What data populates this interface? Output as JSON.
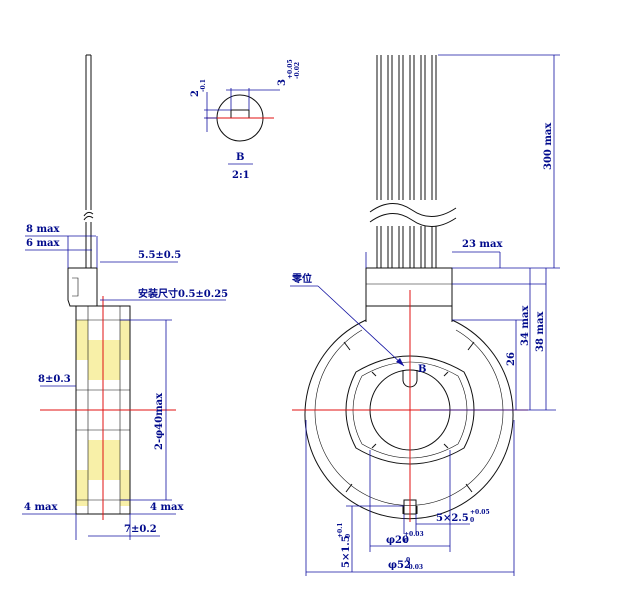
{
  "detail": {
    "label": "B",
    "scale": "2:1",
    "slot_depth": "2",
    "slot_depth_tol": "-0.1",
    "slot_width": "3",
    "slot_width_tol_upper": "+0.05",
    "slot_width_tol_lower": "-0.02"
  },
  "side_view": {
    "dim_8max": "8 max",
    "dim_6max": "6 max",
    "dim_5_5": "5.5±0.5",
    "dim_mount": "安装尺寸0.5±0.25",
    "dim_8_0_3": "8±0.3",
    "dim_dia40": "2-φ40max",
    "dim_4max_left": "4 max",
    "dim_4max_right": "4 max",
    "dim_7_0_2": "7±0.2"
  },
  "front_view": {
    "label_zero": "零位",
    "label_b": "B",
    "dim_300": "300 max",
    "dim_23": "23 max",
    "dim_26": "26",
    "dim_34": "34 max",
    "dim_38": "38 max",
    "dim_5x2_5": "5×2.5",
    "dim_5x2_5_tol_upper": "+0.05",
    "dim_5x2_5_tol_lower": "0",
    "dim_5x1_5": "5×1.5",
    "dim_5x1_5_tol_upper": "+0.1",
    "dim_5x1_5_tol_lower": "0",
    "dim_d20": "φ20",
    "dim_d20_tol_upper": "+0.03",
    "dim_d20_tol_lower": "0",
    "dim_d52": "φ52",
    "dim_d52_tol_upper": "0",
    "dim_d52_tol_lower": "-0.03"
  }
}
